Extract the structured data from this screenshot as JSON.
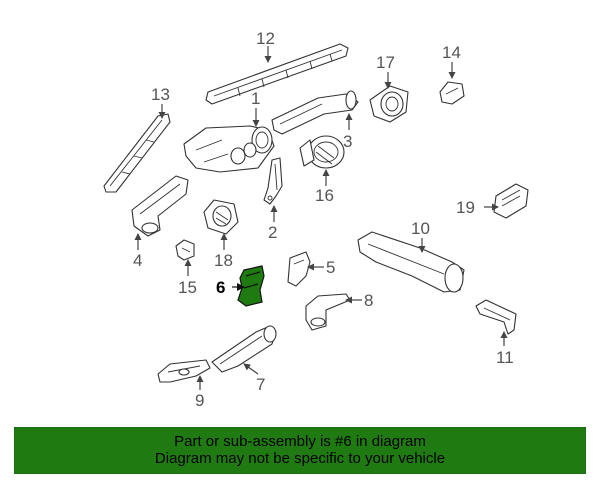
{
  "colors": {
    "highlight": "#1f7a12",
    "banner": "#1f7a12",
    "callout": "#555555",
    "outline": "#333333"
  },
  "callouts": {
    "p1": "1",
    "p2": "2",
    "p3": "3",
    "p4": "4",
    "p5": "5",
    "p6": "6",
    "p7": "7",
    "p8": "8",
    "p9": "9",
    "p10": "10",
    "p11": "11",
    "p12": "12",
    "p13": "13",
    "p14": "14",
    "p15": "15",
    "p16": "16",
    "p17": "17",
    "p18": "18",
    "p19": "19"
  },
  "highlighted_part": "6",
  "banner": {
    "line1": "Part or sub-assembly is #6 in diagram",
    "line2": "Diagram may not be specific to your vehicle"
  }
}
